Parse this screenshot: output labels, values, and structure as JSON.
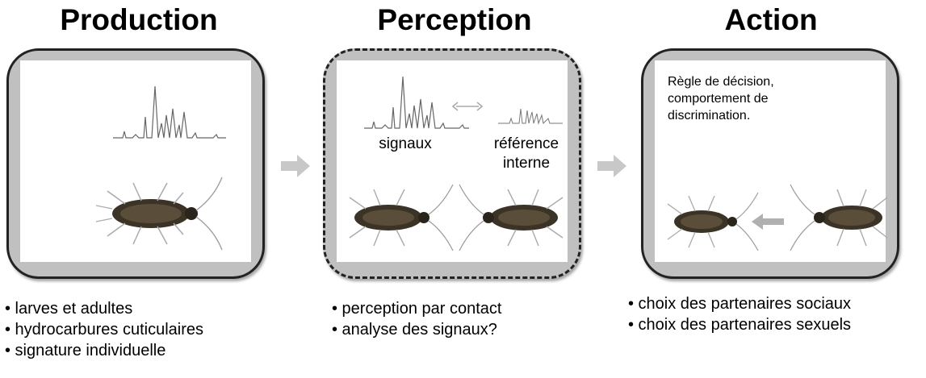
{
  "titles": {
    "production": "Production",
    "perception": "Perception",
    "action": "Action"
  },
  "perception_panel": {
    "signal_label": "signaux",
    "reference_label_line1": "référence",
    "reference_label_line2": "interne"
  },
  "action_panel": {
    "rule_line1": "Règle de décision,",
    "rule_line2": "comportement de",
    "rule_line3": "discrimination."
  },
  "bullets": {
    "production": [
      "• larves et adultes",
      "• hydrocarbures cuticulaires",
      "• signature individuelle"
    ],
    "perception": [
      "• perception par contact",
      "• analyse des signaux?"
    ],
    "action": [
      "• choix des partenaires sociaux",
      "• choix des partenaires sexuels"
    ]
  },
  "colors": {
    "panel_fill": "#c0c0c0",
    "panel_border": "#222222",
    "arrow": "#c8c8c8"
  },
  "icons": {
    "chromatogram": "chromatogram-icon",
    "cockroach": "cockroach-icon",
    "double_arrow": "double-arrow-icon",
    "flow_arrow": "right-arrow-icon"
  }
}
